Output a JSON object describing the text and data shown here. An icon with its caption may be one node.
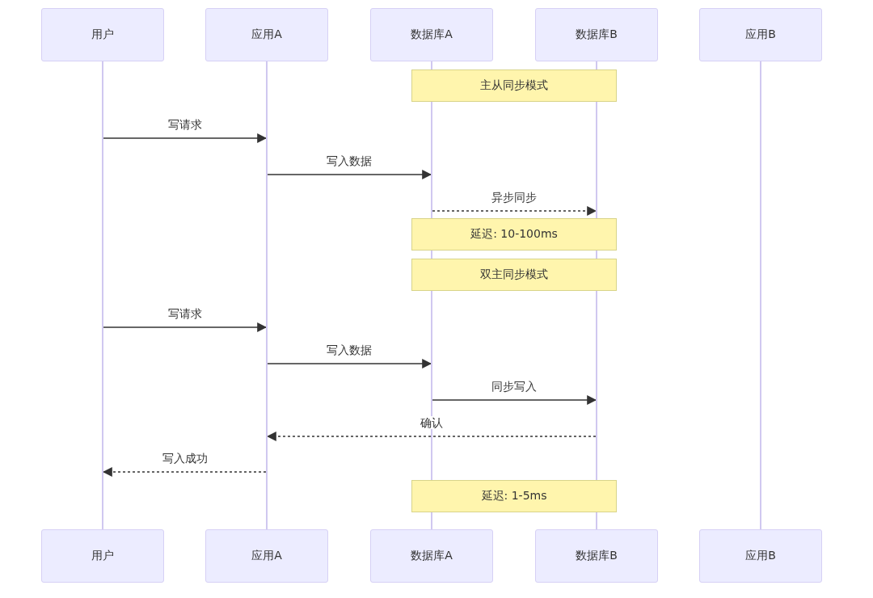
{
  "diagram": {
    "nodes": [
      {
        "text": [
          "用户"
        ]
      },
      {
        "text": [
          "应用A"
        ]
      },
      {
        "text": [
          "数据库A"
        ]
      },
      {
        "text": [
          "数据库B"
        ]
      },
      {
        "text": [
          "应用B"
        ]
      },
      {
        "text": [],
        "shape": "bar"
      },
      {
        "text": [],
        "shape": "bar"
      },
      {
        "text": [],
        "shape": "bar"
      },
      {
        "text": [],
        "shape": "bar"
      },
      {
        "text": [],
        "shape": "bar"
      },
      {
        "text": [
          "主从同步模式"
        ]
      },
      {
        "text": [
          "延迟: 10-100ms"
        ]
      },
      {
        "text": [
          "双主同步模式"
        ]
      },
      {
        "text": [
          "延迟: 1-5ms"
        ]
      },
      {
        "text": [
          "用户"
        ]
      },
      {
        "text": [
          "应用A"
        ]
      },
      {
        "text": [
          "数据库A"
        ]
      },
      {
        "text": [
          "数据库B"
        ]
      },
      {
        "text": [
          "应用B"
        ]
      }
    ],
    "edges": [
      {
        "from": 5,
        "to": 6,
        "arrow": "to",
        "label": "写请求"
      },
      {
        "from": 6,
        "to": 7,
        "arrow": "to",
        "label": "写入数据"
      },
      {
        "from": 7,
        "to": 8,
        "arrow": "to",
        "label": "异步同步",
        "style": "dashed"
      },
      {
        "from": 5,
        "to": 6,
        "arrow": "to",
        "label": "写请求"
      },
      {
        "from": 6,
        "to": 7,
        "arrow": "to",
        "label": "写入数据"
      },
      {
        "from": 7,
        "to": 8,
        "arrow": "to",
        "label": "同步写入"
      },
      {
        "from": 8,
        "to": 6,
        "arrow": "to",
        "label": "确认",
        "style": "dashed"
      },
      {
        "from": 6,
        "to": 5,
        "arrow": "to",
        "label": "写入成功",
        "style": "dashed"
      }
    ]
  }
}
